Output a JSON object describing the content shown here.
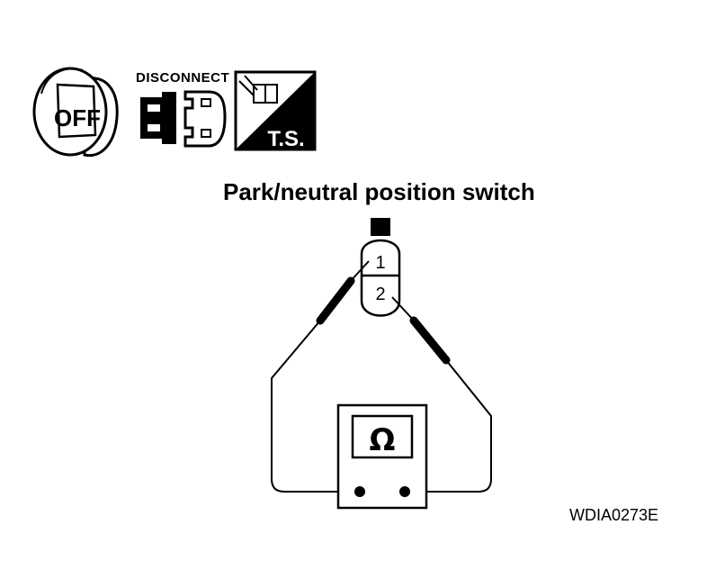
{
  "icons": {
    "ignition": {
      "label": "OFF"
    },
    "disconnect": {
      "label": "DISCONNECT"
    },
    "test": {
      "label": "T.S."
    }
  },
  "diagram": {
    "title": "Park/neutral position switch",
    "pins": [
      "1",
      "2"
    ],
    "meter_symbol": "Ω",
    "figure_code": "WDIA0273E"
  }
}
